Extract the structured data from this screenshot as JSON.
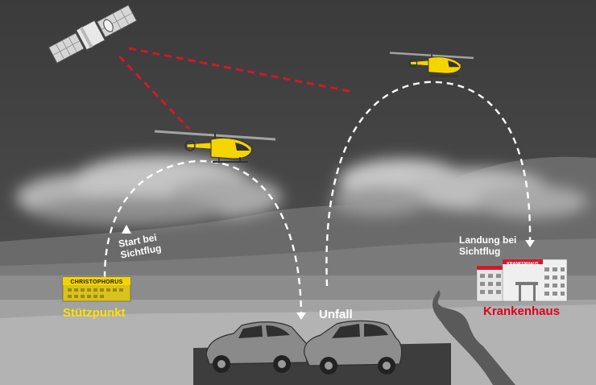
{
  "labels": {
    "start": [
      "Start bei",
      "Sichtflug"
    ],
    "landing": [
      "Landung bei",
      "Sichtflug"
    ],
    "base": "Stützpunkt",
    "accident": "Unfall",
    "hospital": "Krankenhaus"
  },
  "signs": {
    "base": "CHRISTOPHORUS",
    "hospital": "KRANKENHAUS"
  },
  "colors": {
    "helicopter": "#f5d500",
    "signal_line": "#d0192b",
    "flight_path": "#ffffff",
    "base_label": "#ffe000",
    "hospital_label": "#e2001a"
  },
  "icons": [
    "satellite-icon",
    "helicopter-icon",
    "car-icon",
    "building-icon",
    "hospital-icon"
  ]
}
